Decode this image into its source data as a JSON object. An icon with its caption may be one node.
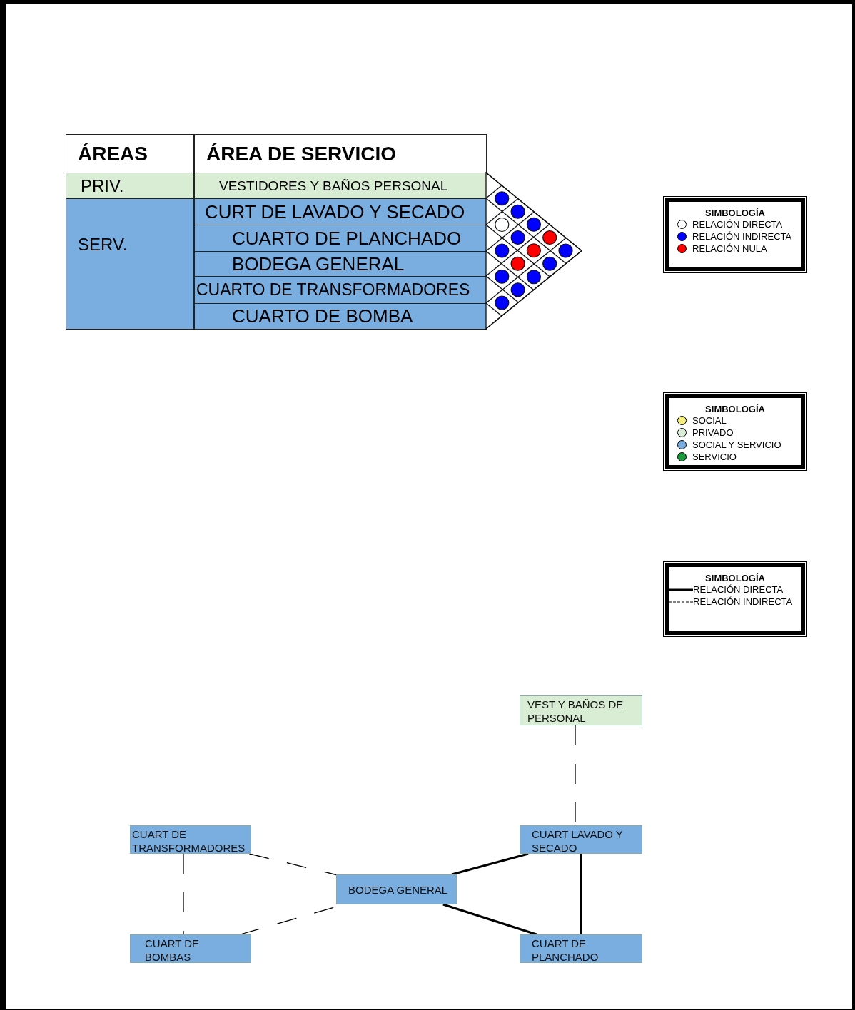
{
  "diagram": {
    "nodes": [
      {
        "text": [
          "VEST Y BAÑOS DE PERSONAL"
        ]
      },
      {
        "text": [
          "CUART DE TRANSFORMADORES"
        ]
      },
      {
        "text": [
          "CUART LAVADO Y SECADO"
        ]
      },
      {
        "text": [
          "BODEGA GENERAL"
        ]
      },
      {
        "text": [
          "CUART DE BOMBAS"
        ]
      },
      {
        "text": [
          "CUART DE PLANCHADO"
        ]
      }
    ],
    "edges": [
      {
        "from": 0,
        "to": 2,
        "arrow": "none",
        "style": "dashed"
      },
      {
        "from": 1,
        "to": 3,
        "arrow": "none",
        "style": "dashed"
      },
      {
        "from": 1,
        "to": 4,
        "arrow": "none",
        "style": "dashed"
      },
      {
        "from": 4,
        "to": 3,
        "arrow": "none",
        "style": "dashed"
      },
      {
        "from": 3,
        "to": 2,
        "arrow": "none"
      },
      {
        "from": 3,
        "to": 5,
        "arrow": "none"
      },
      {
        "from": 2,
        "to": 5,
        "arrow": "none"
      }
    ],
    "labels": [
      "ÁREAS",
      "ÁREA DE SERVICIO",
      "PRIV.",
      "VESTIDORES Y BAÑOS PERSONAL",
      "SERV.",
      "CURT DE LAVADO Y SECADO",
      "CUARTO DE PLANCHADO",
      "BODEGA GENERAL",
      "CUARTO DE TRANSFORMADORES",
      "CUARTO DE BOMBA",
      "SIMBOLOGÍA",
      "SIMBOLOGÍA",
      "SIMBOLOGÍA"
    ],
    "legend": [
      {
        "text": "RELACIÓN DIRECTA",
        "color": "#ffffff"
      },
      {
        "text": "RELACIÓN INDIRECTA",
        "color": "#0000ff"
      },
      {
        "text": "RELACIÓN NULA",
        "color": "#ff0000"
      },
      {
        "text": "SOCIAL",
        "color": "#f5ef7a"
      },
      {
        "text": "PRIVADO",
        "color": "#d9ecd4"
      },
      {
        "text": "SOCIAL Y SERVICIO",
        "color": "#7aaee0"
      },
      {
        "text": "SERVICIO",
        "color": "#1a9a3a"
      },
      {
        "text": "RELACIÓN DIRECTA"
      },
      {
        "text": "RELACIÓN INDIRECTA"
      }
    ]
  }
}
